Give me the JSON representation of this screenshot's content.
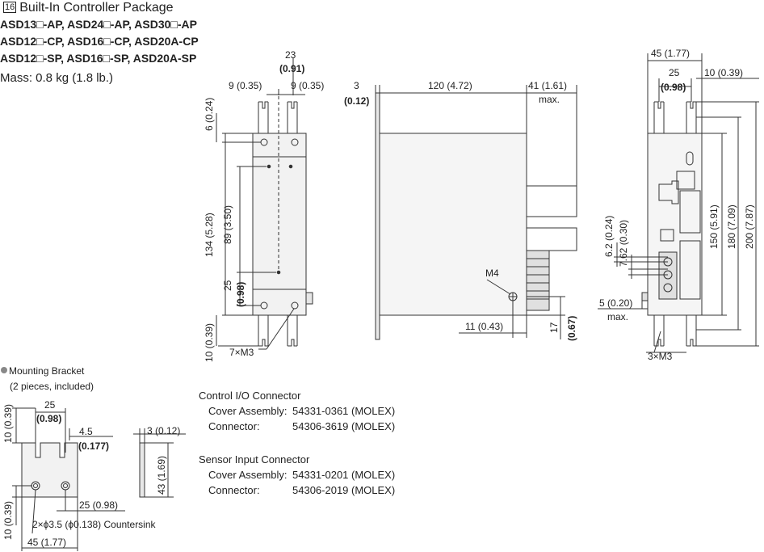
{
  "header": {
    "index": "16",
    "title": "Built-In Controller Package",
    "models": [
      "ASD13□-AP, ASD24□-AP, ASD30□-AP",
      "ASD12□-CP, ASD16□-CP, ASD20A-CP",
      "ASD12□-SP, ASD16□-SP, ASD20A-SP"
    ],
    "mass": "Mass: 0.8 kg (1.8 lb.)"
  },
  "front_view": {
    "dim_23": "23",
    "dim_23_in": "(0.91)",
    "dim_9_left": "9 (0.35)",
    "dim_9_right": "9 (0.35)",
    "dim_6": "6 (0.24)",
    "dim_134": "134 (5.28)",
    "dim_89": "89 (3.50)",
    "dim_25": "25",
    "dim_25_in": "(0.98)",
    "dim_10": "10 (0.39)",
    "screws": "7×M3"
  },
  "side_view": {
    "dim_3": "3",
    "dim_3_in": "(0.12)",
    "dim_120": "120 (4.72)",
    "dim_41": "41 (1.61)",
    "max": "max.",
    "ground": "M4",
    "dim_11": "11 (0.43)",
    "dim_17": "17",
    "dim_17_in": "(0.67)"
  },
  "right_view": {
    "dim_45": "45 (1.77)",
    "dim_25": "25",
    "dim_25_in": "(0.98)",
    "dim_10": "10 (0.39)",
    "dim_150": "150 (5.91)",
    "dim_180": "180 (7.09)",
    "dim_200": "200 (7.87)",
    "dim_62": "6.2 (0.24)",
    "dim_762": "7.62 (0.30)",
    "dim_5": "5 (0.20)",
    "max": "max.",
    "screws": "3×M3"
  },
  "bracket": {
    "caption": "Mounting Bracket",
    "caption2": "(2 pieces, included)",
    "dim_25": "25",
    "dim_25_in": "(0.98)",
    "dim_45": "4.5",
    "dim_45_in": "(0.177)",
    "dim_10_top": "10 (0.39)",
    "dim_10_bot": "10 (0.39)",
    "dim_25b": "25 (0.98)",
    "holes": "2×ϕ3.5 (ϕ0.138) Countersink",
    "dim_45w": "45 (1.77)",
    "dim_3": "3 (0.12)",
    "dim_43": "43 (1.69)"
  },
  "connectors": {
    "control_title": "Control I/O Connector",
    "control_rows": [
      {
        "label": "Cover Assembly:",
        "value": "54331-0361 (MOLEX)"
      },
      {
        "label": "Connector:",
        "value": "54306-3619 (MOLEX)"
      }
    ],
    "sensor_title": "Sensor Input Connector",
    "sensor_rows": [
      {
        "label": "Cover Assembly:",
        "value": "54331-0201 (MOLEX)"
      },
      {
        "label": "Connector:",
        "value": "54306-2019 (MOLEX)"
      }
    ]
  }
}
